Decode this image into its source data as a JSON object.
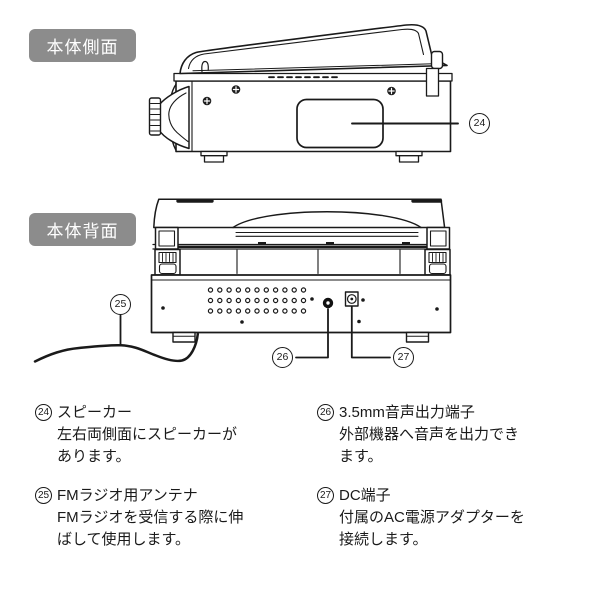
{
  "page": {
    "background": "#ffffff",
    "line_color": "#1a1a1a",
    "badge_bg": "#8c8c8c",
    "badge_text_color": "#ffffff"
  },
  "side_section": {
    "label": "本体側面"
  },
  "back_section": {
    "label": "本体背面"
  },
  "legend": [
    {
      "num": "24",
      "title": "スピーカー",
      "lines": [
        "左右両側面にスピーカーが",
        "あります。"
      ]
    },
    {
      "num": "25",
      "title": "FMラジオ用アンテナ",
      "lines": [
        "FMラジオを受信する際に伸",
        "ばして使用します。"
      ]
    },
    {
      "num": "26",
      "title": "3.5mm音声出力端子",
      "lines": [
        "外部機器へ音声を出力でき",
        "ます。"
      ]
    },
    {
      "num": "27",
      "title": "DC端子",
      "lines": [
        "付属のAC電源アダプターを",
        "接続します。"
      ]
    }
  ]
}
